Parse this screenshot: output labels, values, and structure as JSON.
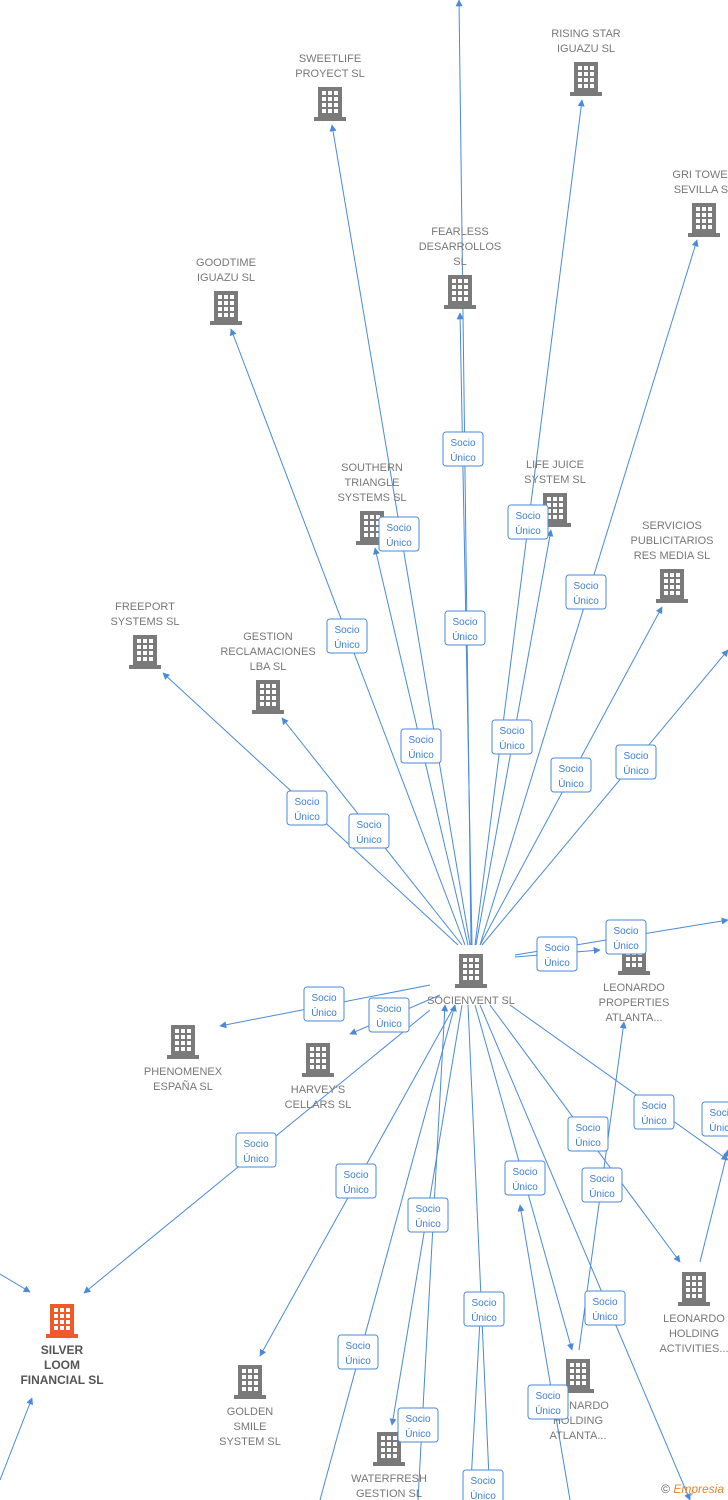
{
  "colors": {
    "edge": "#4a8ad8",
    "node": "#7a7a7a",
    "highlight": "#f05a28"
  },
  "edge_label": [
    "Socio",
    "Único"
  ],
  "nodes": [
    {
      "id": "sweetlife",
      "lines": [
        "SWEETLIFE",
        "PROYECT  SL"
      ]
    },
    {
      "id": "rising_star",
      "lines": [
        "RISING STAR",
        "IGUAZU  SL"
      ]
    },
    {
      "id": "gri_tower",
      "lines": [
        "GRI TOWER",
        "SEVILLA  SL"
      ]
    },
    {
      "id": "fearless",
      "lines": [
        "FEARLESS",
        "DESARROLLOS",
        "SL"
      ]
    },
    {
      "id": "goodtime",
      "lines": [
        "GOODTIME",
        "IGUAZU  SL"
      ]
    },
    {
      "id": "southern",
      "lines": [
        "SOUTHERN",
        "TRIANGLE",
        "SYSTEMS  SL"
      ]
    },
    {
      "id": "life_juice",
      "lines": [
        "LIFE JUICE",
        "SYSTEM  SL"
      ]
    },
    {
      "id": "servicios",
      "lines": [
        "SERVICIOS",
        "PUBLICITARIOS",
        "RES MEDIA  SL"
      ]
    },
    {
      "id": "freeport",
      "lines": [
        "FREEPORT",
        "SYSTEMS  SL"
      ]
    },
    {
      "id": "gestion",
      "lines": [
        "GESTION",
        "RECLAMACIONES",
        "LBA  SL"
      ]
    },
    {
      "id": "socienvent",
      "lines": [
        "SOCIENVENT SL"
      ]
    },
    {
      "id": "leonardo_prop",
      "lines": [
        "LEONARDO",
        "PROPERTIES",
        "ATLANTA..."
      ]
    },
    {
      "id": "phenomenex",
      "lines": [
        "PHENOMENEX",
        "ESPAÑA  SL"
      ]
    },
    {
      "id": "harveys",
      "lines": [
        "HARVEY'S",
        "CELLARS  SL"
      ]
    },
    {
      "id": "silver_loom",
      "lines": [
        "SILVER",
        "LOOM",
        "FINANCIAL  SL"
      ],
      "highlight": true
    },
    {
      "id": "golden_smile",
      "lines": [
        "GOLDEN",
        "SMILE",
        "SYSTEM  SL"
      ]
    },
    {
      "id": "waterfresh",
      "lines": [
        "WATERFRESH",
        "GESTION  SL"
      ]
    },
    {
      "id": "leonardo_hold_atl",
      "lines": [
        "LEONARDO",
        "HOLDING",
        "ATLANTA..."
      ]
    },
    {
      "id": "leonardo_hold_act",
      "lines": [
        "LEONARDO",
        "HOLDING",
        "ACTIVITIES..."
      ]
    }
  ],
  "footer": {
    "copyright": "©",
    "brand": "Empresia"
  }
}
